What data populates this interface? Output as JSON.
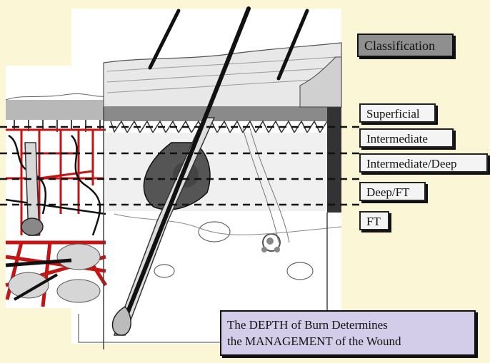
{
  "title": "Classification",
  "depth_levels": [
    "Superficial",
    "Intermediate",
    "Intermediate/Deep",
    "Deep/FT",
    "FT"
  ],
  "caption": {
    "line1": "The DEPTH of Burn Determines",
    "line2": "the MANAGEMENT of the Wound"
  },
  "colors": {
    "background": "#fbf6d6",
    "title_box": "#8f8f8f",
    "caption_box": "#d3cdea",
    "blood_vessels": "#c41414"
  }
}
